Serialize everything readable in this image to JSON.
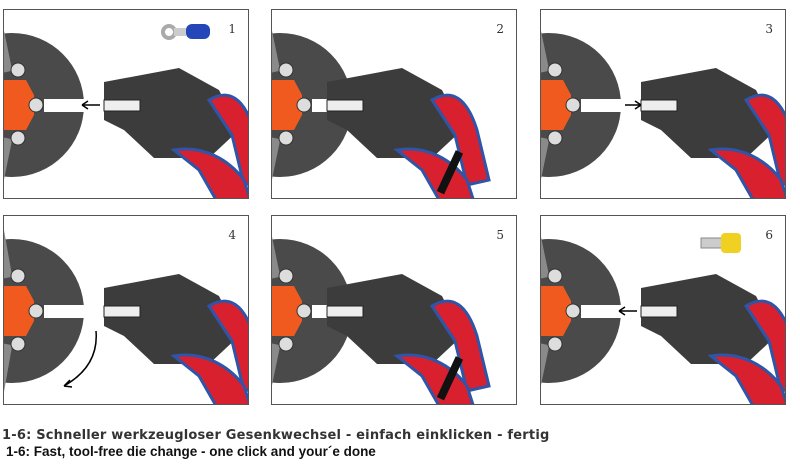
{
  "panels": [
    {
      "number": "1",
      "step": "insert",
      "accessory": "ring-terminal"
    },
    {
      "number": "2",
      "step": "engaged",
      "accessory": null
    },
    {
      "number": "3",
      "step": "release",
      "accessory": null
    },
    {
      "number": "4",
      "step": "rotate",
      "accessory": null
    },
    {
      "number": "5",
      "step": "engaged",
      "accessory": null
    },
    {
      "number": "6",
      "step": "insert",
      "accessory": "ferrule"
    }
  ],
  "caption": {
    "line_de": "1-6: Schneller werkzeugloser Gesenkwechsel - einfach einklicken - fertig",
    "line_en": "1-6: Fast, tool-free die change - one click and your´e done"
  },
  "colors": {
    "handle_red": "#d8202f",
    "handle_blue": "#2f55a8",
    "steel": "#4a4a4a",
    "orange": "#f05a1e"
  }
}
